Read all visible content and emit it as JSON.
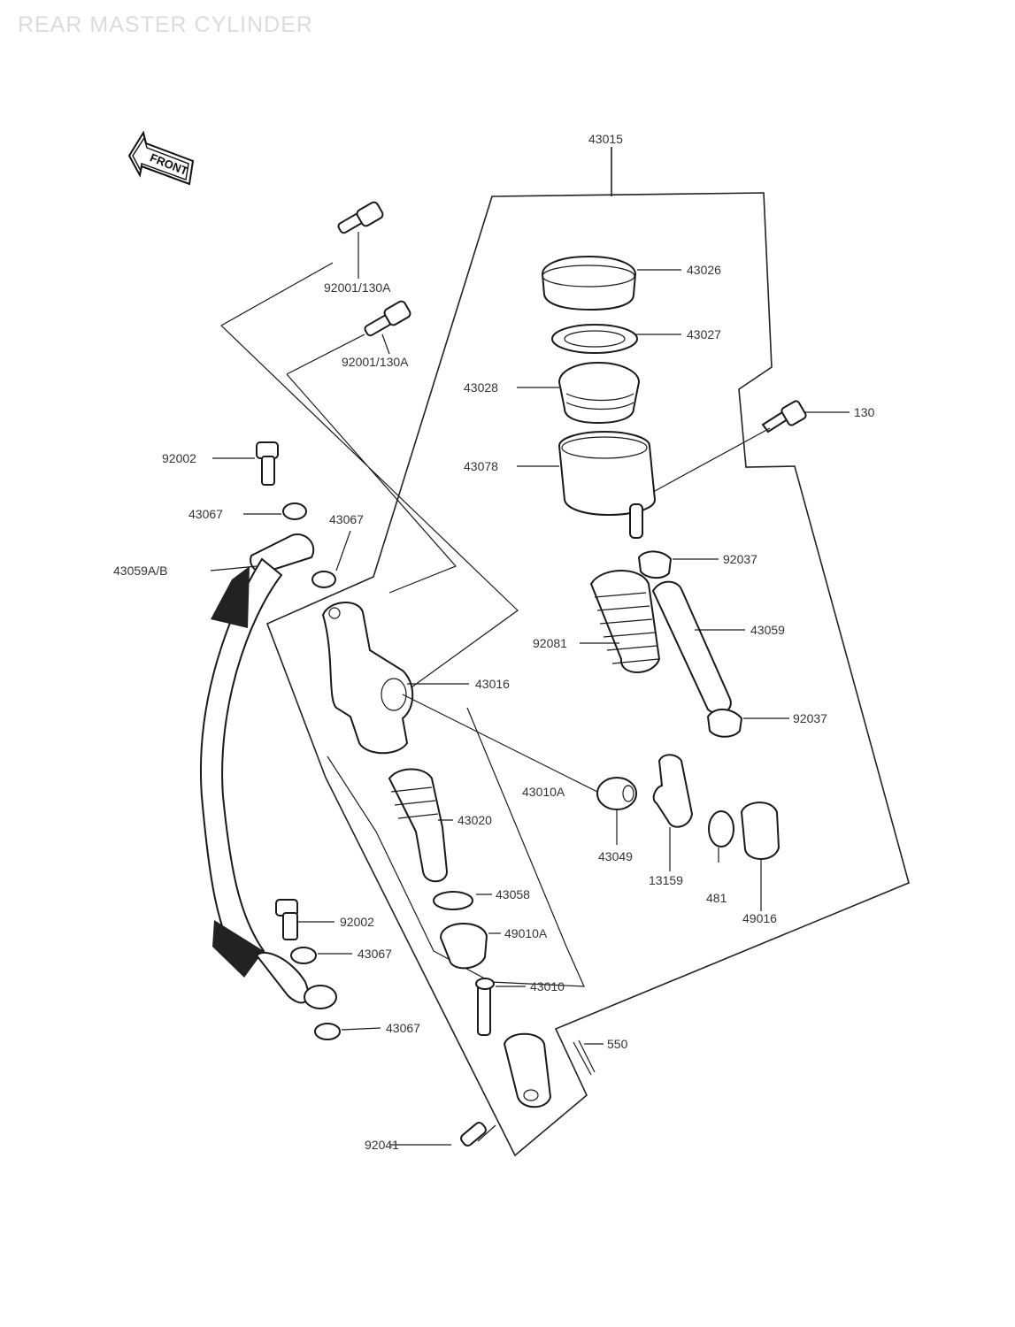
{
  "title": "REAR MASTER CYLINDER",
  "front_badge": "FRONT",
  "labels": {
    "l43015": "43015",
    "l43026": "43026",
    "l43027": "43027",
    "l43028": "43028",
    "l130": "130",
    "l43078": "43078",
    "l92037a": "92037",
    "l43059": "43059",
    "l92081": "92081",
    "l43016": "43016",
    "l92037b": "92037",
    "l43010A": "43010A",
    "l43049": "43049",
    "l13159": "13159",
    "l481": "481",
    "l49016": "49016",
    "l43020": "43020",
    "l43058": "43058",
    "l49010A": "49010A",
    "l43010": "43010",
    "l550": "550",
    "l92041": "92041",
    "l92001a": "92001/130A",
    "l92001b": "92001/130A",
    "l92002a": "92002",
    "l43067a": "43067",
    "l43067b": "43067",
    "l43059AB": "43059A/B",
    "l92002b": "92002",
    "l43067c": "43067",
    "l43067d": "43067"
  }
}
